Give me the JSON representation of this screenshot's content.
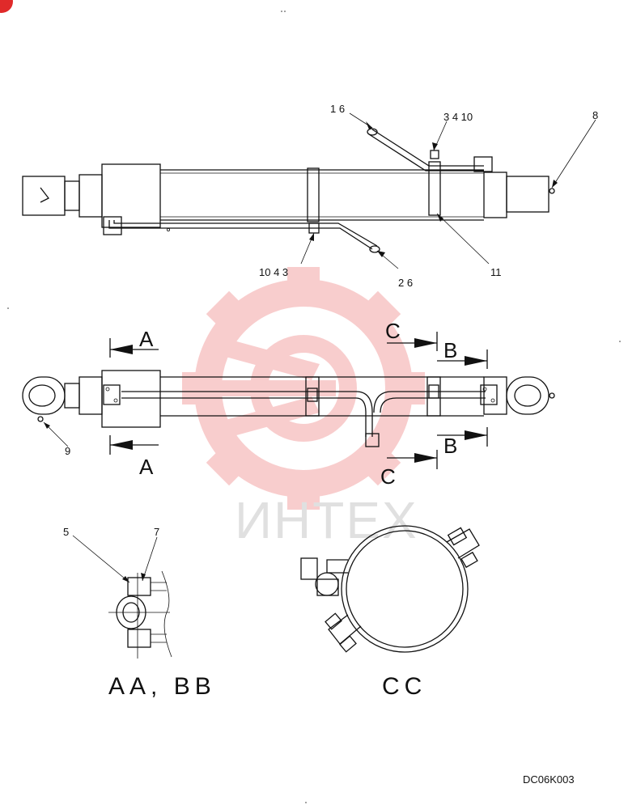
{
  "watermark": {
    "text": "ИНТЕХ",
    "color": "#f2a0a0"
  },
  "callouts": {
    "c1": "1 6",
    "c2": "3 4 10",
    "c3": "8",
    "c4": "10 4 3",
    "c5": "2 6",
    "c6": "11",
    "c7": "9",
    "c8": "5",
    "c9": "7"
  },
  "sections": {
    "a": "A",
    "b": "B",
    "c": "C"
  },
  "views": {
    "aa_bb": "AA, BB",
    "cc": "CC"
  },
  "drawing_code": "DC06K003"
}
